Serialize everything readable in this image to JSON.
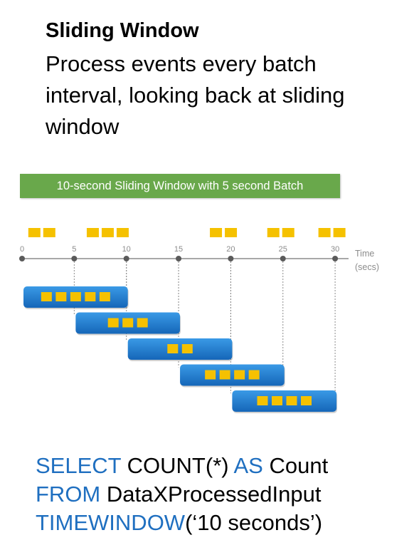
{
  "heading": "Sliding Window",
  "subtitle_lines": [
    "Process events every batch",
    "interval, looking back at sliding",
    "window"
  ],
  "banner": "10-second Sliding Window with 5 second Batch",
  "timeline": {
    "ticks": [
      "0",
      "5",
      "10",
      "15",
      "20",
      "25",
      "30"
    ],
    "axis_label_1": "Time",
    "axis_label_2": "(secs)"
  },
  "event_groups": [
    {
      "start": 0.6,
      "count": 2
    },
    {
      "start": 6.2,
      "count": 3
    },
    {
      "start": 18.0,
      "count": 2
    },
    {
      "start": 23.5,
      "count": 2
    },
    {
      "start": 28.4,
      "count": 2
    }
  ],
  "windows": [
    {
      "start": 0,
      "end": 10,
      "events": 5
    },
    {
      "start": 5,
      "end": 15,
      "events": 3
    },
    {
      "start": 10,
      "end": 20,
      "events": 2
    },
    {
      "start": 15,
      "end": 25,
      "events": 4
    },
    {
      "start": 20,
      "end": 30,
      "events": 4
    }
  ],
  "sql": {
    "line1_kw1": "SELECT",
    "line1_text": " COUNT(*) ",
    "line1_kw2": "AS",
    "line1_text2": " Count",
    "line2_kw": "FROM",
    "line2_text": " DataXProcessedInput",
    "line3_kw": "TIMEWINDOW",
    "line3_text": "(‘10 seconds’)"
  },
  "colors": {
    "event": "#f5c100",
    "window": "#1f7fd0",
    "banner": "#69a84b",
    "keyword": "#1f6fc0"
  }
}
